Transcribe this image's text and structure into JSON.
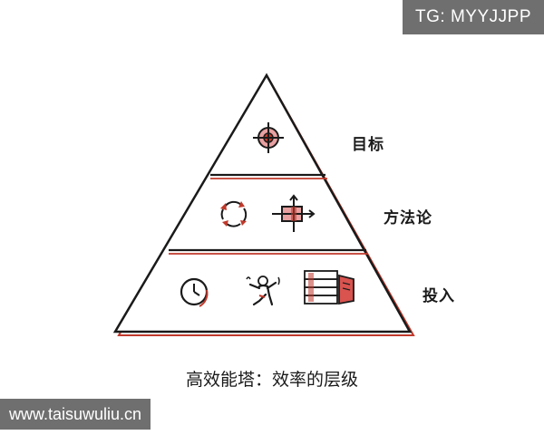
{
  "watermark_top": "TG: MYYJJPP",
  "watermark_bottom": "www.taisuwuliu.cn",
  "tiers": [
    {
      "label": "目标"
    },
    {
      "label": "方法论"
    },
    {
      "label": "投入"
    }
  ],
  "caption": "高效能塔：效率的层级",
  "colors": {
    "ink": "#1a1a1a",
    "accent_red": "#c0392b",
    "book_red": "#d9534f"
  },
  "icons": {
    "goal": [
      "crosshair-target-icon"
    ],
    "method": [
      "cycle-arrows-icon",
      "box-with-arrows-icon"
    ],
    "input": [
      "clock-icon",
      "running-person-icon",
      "book-stack-icon"
    ]
  }
}
